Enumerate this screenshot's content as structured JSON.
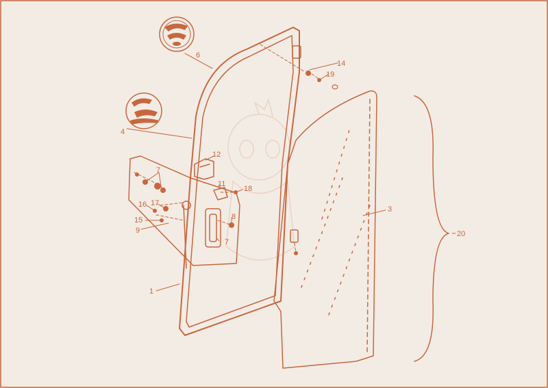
{
  "diagram": {
    "callouts": [
      {
        "id": "c1",
        "text": "1"
      },
      {
        "id": "c3",
        "text": "3"
      },
      {
        "id": "c4",
        "text": "4"
      },
      {
        "id": "c6",
        "text": "6"
      },
      {
        "id": "c7a",
        "text": "7"
      },
      {
        "id": "c7b",
        "text": "7"
      },
      {
        "id": "c8",
        "text": "8"
      },
      {
        "id": "c9",
        "text": "9"
      },
      {
        "id": "c11",
        "text": "11"
      },
      {
        "id": "c12",
        "text": "12"
      },
      {
        "id": "c14",
        "text": "14"
      },
      {
        "id": "c15",
        "text": "15"
      },
      {
        "id": "c16",
        "text": "16"
      },
      {
        "id": "c17",
        "text": "17"
      },
      {
        "id": "c18",
        "text": "18"
      },
      {
        "id": "c19",
        "text": "19"
      },
      {
        "id": "c20",
        "text": "20"
      }
    ]
  },
  "colors": {
    "line": "#c8663e",
    "background": "#f3ece4"
  },
  "icons": [
    "adhesive-badge-icon",
    "sealant-badge-icon"
  ]
}
